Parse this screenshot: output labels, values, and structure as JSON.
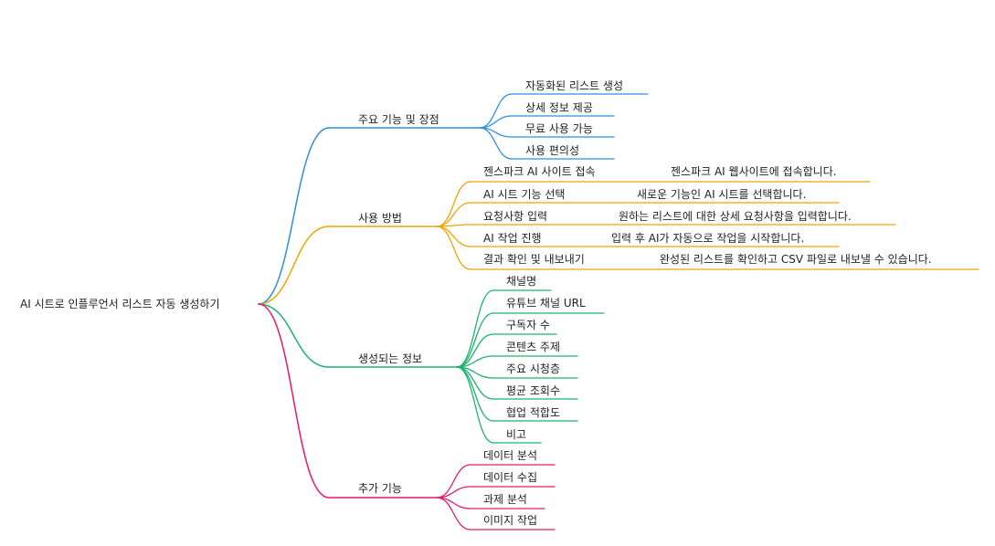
{
  "mindmap": {
    "root": "AI 시트로 인플루언서 리스트 자동 생성하기",
    "branches": [
      {
        "label": "주요 기능 및 장점",
        "color": "#2f8fe0",
        "children": [
          {
            "label": "자동화된 리스트 생성"
          },
          {
            "label": "상세 정보 제공"
          },
          {
            "label": "무료 사용 가능"
          },
          {
            "label": "사용 편의성"
          }
        ]
      },
      {
        "label": "사용 방법",
        "color": "#f0a500",
        "children": [
          {
            "label": "젠스파크 AI 사이트 접속",
            "detail": "젠스파크 AI 웹사이트에 접속합니다."
          },
          {
            "label": "AI 시트 기능 선택",
            "detail": "새로운 기능인 AI 시트를 선택합니다."
          },
          {
            "label": "요청사항 입력",
            "detail": "원하는 리스트에 대한 상세 요청사항을 입력합니다."
          },
          {
            "label": "AI 작업 진행",
            "detail": "입력 후 AI가 자동으로 작업을 시작합니다."
          },
          {
            "label": "결과 확인 및 내보내기",
            "detail": "완성된 리스트를 확인하고 CSV 파일로 내보낼 수 있습니다."
          }
        ]
      },
      {
        "label": "생성되는 정보",
        "color": "#1db36b",
        "children": [
          {
            "label": "채널명"
          },
          {
            "label": "유튜브 채널 URL"
          },
          {
            "label": "구독자 수"
          },
          {
            "label": "콘텐츠 주제"
          },
          {
            "label": "주요 시청층"
          },
          {
            "label": "평균 조회수"
          },
          {
            "label": "협업 적합도"
          },
          {
            "label": "비고"
          }
        ]
      },
      {
        "label": "추가 기능",
        "color": "#e6196e",
        "children": [
          {
            "label": "데이터 분석"
          },
          {
            "label": "데이터 수집"
          },
          {
            "label": "과제 분석"
          },
          {
            "label": "이미지 작업"
          }
        ]
      }
    ]
  }
}
